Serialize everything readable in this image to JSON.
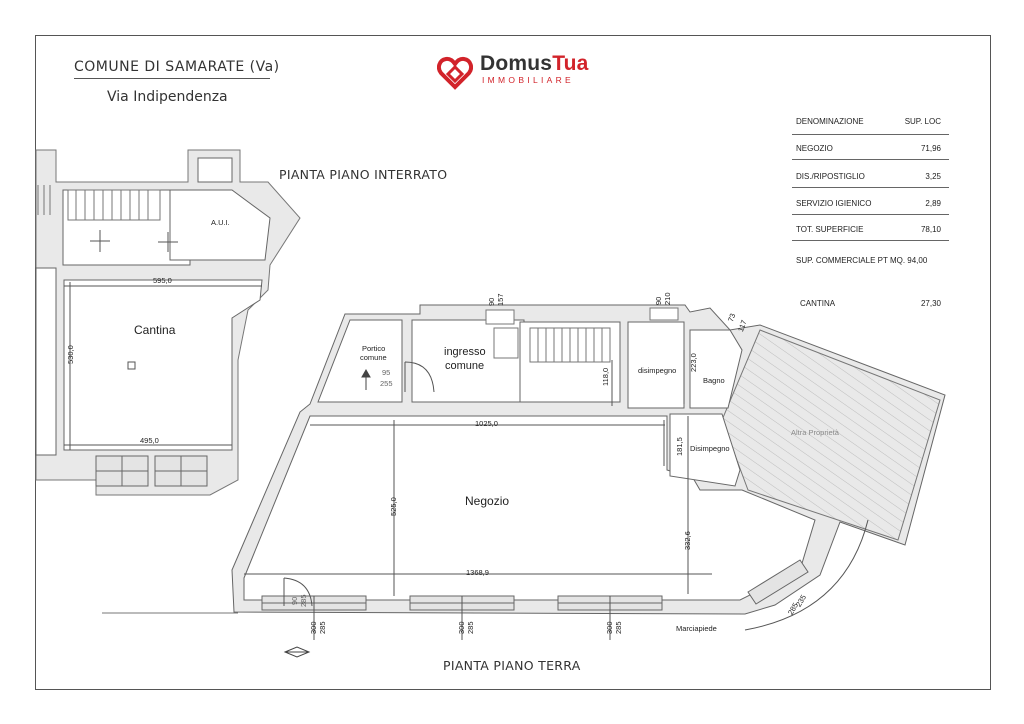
{
  "header": {
    "municipality": "COMUNE DI SAMARATE (Va)",
    "street": "Via Indipendenza"
  },
  "logo": {
    "name_part1": "Domus",
    "name_part2": "Tua",
    "tagline": "IMMOBILIARE",
    "brand_color": "#d2232a"
  },
  "table": {
    "header": {
      "label": "DENOMINAZIONE",
      "value": "SUP. LOC"
    },
    "rows": [
      {
        "label": "NEGOZIO",
        "value": "71,96"
      },
      {
        "label": "DIS./RIPOSTIGLIO",
        "value": "3,25"
      },
      {
        "label": "SERVIZIO IGIENICO",
        "value": "2,89"
      },
      {
        "label": "TOT. SUPERFICIE",
        "value": "78,10"
      },
      {
        "label": "SUP. COMMERCIALE PT  MQ. 94,00",
        "value": ""
      },
      {
        "label": "CANTINA",
        "value": "27,30"
      }
    ]
  },
  "plans": {
    "basement_title": "PIANTA PIANO INTERRATO",
    "ground_title": "PIANTA PIANO TERRA"
  },
  "rooms": {
    "aui": "A.U.I.",
    "cantina": "Cantina",
    "portico_1": "Portico",
    "portico_2": "comune",
    "ingresso_1": "ingresso",
    "ingresso_2": "comune",
    "disimpegno_small": "disimpegno",
    "bagno": "Bagno",
    "disimpegno": "Disimpegno",
    "altra": "Altra Proprietà",
    "negozio": "Negozio",
    "marciapiede": "Marciapiede"
  },
  "dims": {
    "d595": "595,0",
    "d530": "530,0",
    "d495": "495,0",
    "d90a": "90",
    "d157": "157",
    "d90b": "90",
    "d210": "210",
    "d73": "73",
    "d117": "117",
    "d95": "95",
    "d255": "255",
    "d118": "118,0",
    "d223": "223,0",
    "d1025": "1025,0",
    "d181": "181,5",
    "d525": "525,0",
    "d332": "332,6",
    "d1368": "1368,9",
    "d300a": "300",
    "d285a": "285",
    "d300b": "300",
    "d285b": "285",
    "d300c": "300",
    "d285c": "285",
    "d90c": "90",
    "d285d": "285",
    "d235": "235",
    "d285e": "285"
  }
}
